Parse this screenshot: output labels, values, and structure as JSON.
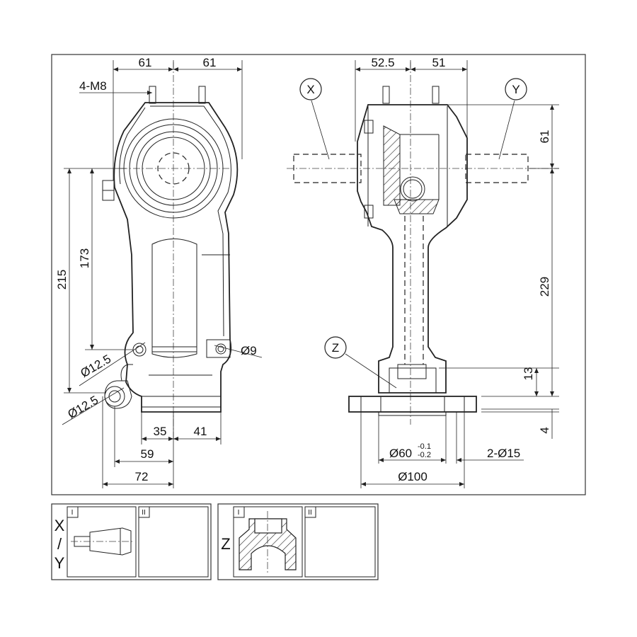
{
  "front_view": {
    "dimensions": {
      "top_left_half": "61",
      "top_right_half": "61",
      "bolts": "4-M8",
      "height_215": "215",
      "height_173": "173",
      "hole_upper_left": "Ø12.5",
      "hole_lower_left": "Ø12.5",
      "hole_right": "Ø9",
      "bottom_35": "35",
      "bottom_41": "41",
      "bottom_59": "59",
      "bottom_72": "72"
    }
  },
  "side_view": {
    "callouts": {
      "x": "X",
      "y": "Y",
      "z": "Z"
    },
    "dimensions": {
      "top_left": "52.5",
      "top_right": "51",
      "right_61": "61",
      "right_229": "229",
      "right_13": "13",
      "right_4": "4",
      "pilot_diameter": "Ø60",
      "pilot_tol_upper": "-0.1",
      "pilot_tol_lower": "-0.2",
      "mount_holes": "2-Ø15",
      "flange_diameter": "Ø100"
    }
  },
  "detail_xy": {
    "title_x": "X",
    "title_slash": "/",
    "title_y": "Y",
    "variant_i": "I",
    "variant_ii": "II"
  },
  "detail_z": {
    "title": "Z",
    "variant_i": "I",
    "variant_ii": "II"
  },
  "colors": {
    "line": "#222222",
    "background": "#ffffff"
  }
}
